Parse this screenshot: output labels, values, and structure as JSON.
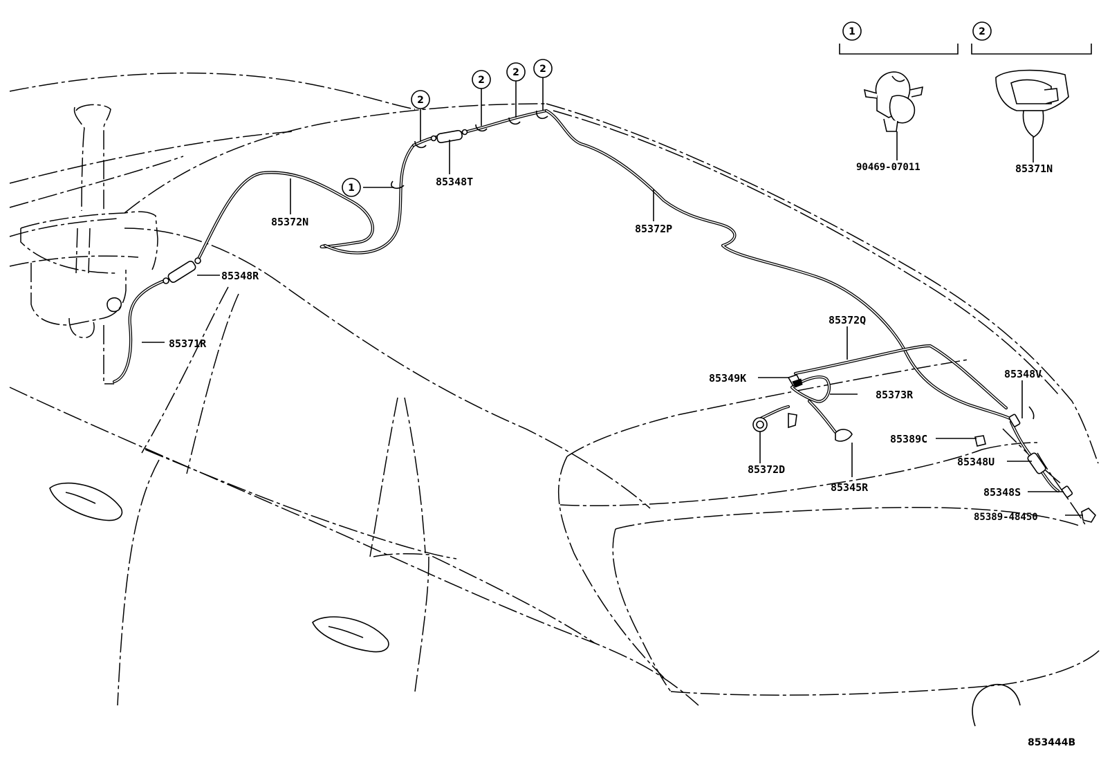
{
  "diagram": {
    "illustration_code": "853444B",
    "parts": [
      {
        "id": "p1",
        "label": "85348T"
      },
      {
        "id": "p2",
        "label": "85372N"
      },
      {
        "id": "p3",
        "label": "85372P"
      },
      {
        "id": "p4",
        "label": "85348R"
      },
      {
        "id": "p5",
        "label": "85371R"
      },
      {
        "id": "p6",
        "label": "85372Q"
      },
      {
        "id": "p7",
        "label": "85349K"
      },
      {
        "id": "p8",
        "label": "85373R"
      },
      {
        "id": "p9",
        "label": "85348V"
      },
      {
        "id": "p10",
        "label": "85389C"
      },
      {
        "id": "p11",
        "label": "85348U"
      },
      {
        "id": "p12",
        "label": "85372D"
      },
      {
        "id": "p13",
        "label": "85345R"
      },
      {
        "id": "p14",
        "label": "85348S"
      },
      {
        "id": "p15",
        "label": "85389-48450"
      },
      {
        "id": "p16",
        "label": "90469-07011"
      },
      {
        "id": "p17",
        "label": "85371N"
      }
    ],
    "ref_markers": [
      {
        "id": "r1",
        "number": "1"
      },
      {
        "id": "r2",
        "number": "2"
      },
      {
        "id": "r3",
        "number": "2"
      },
      {
        "id": "r4",
        "number": "2"
      },
      {
        "id": "r5",
        "number": "2"
      },
      {
        "id": "r6",
        "number": "1"
      },
      {
        "id": "r7",
        "number": "2"
      }
    ]
  }
}
